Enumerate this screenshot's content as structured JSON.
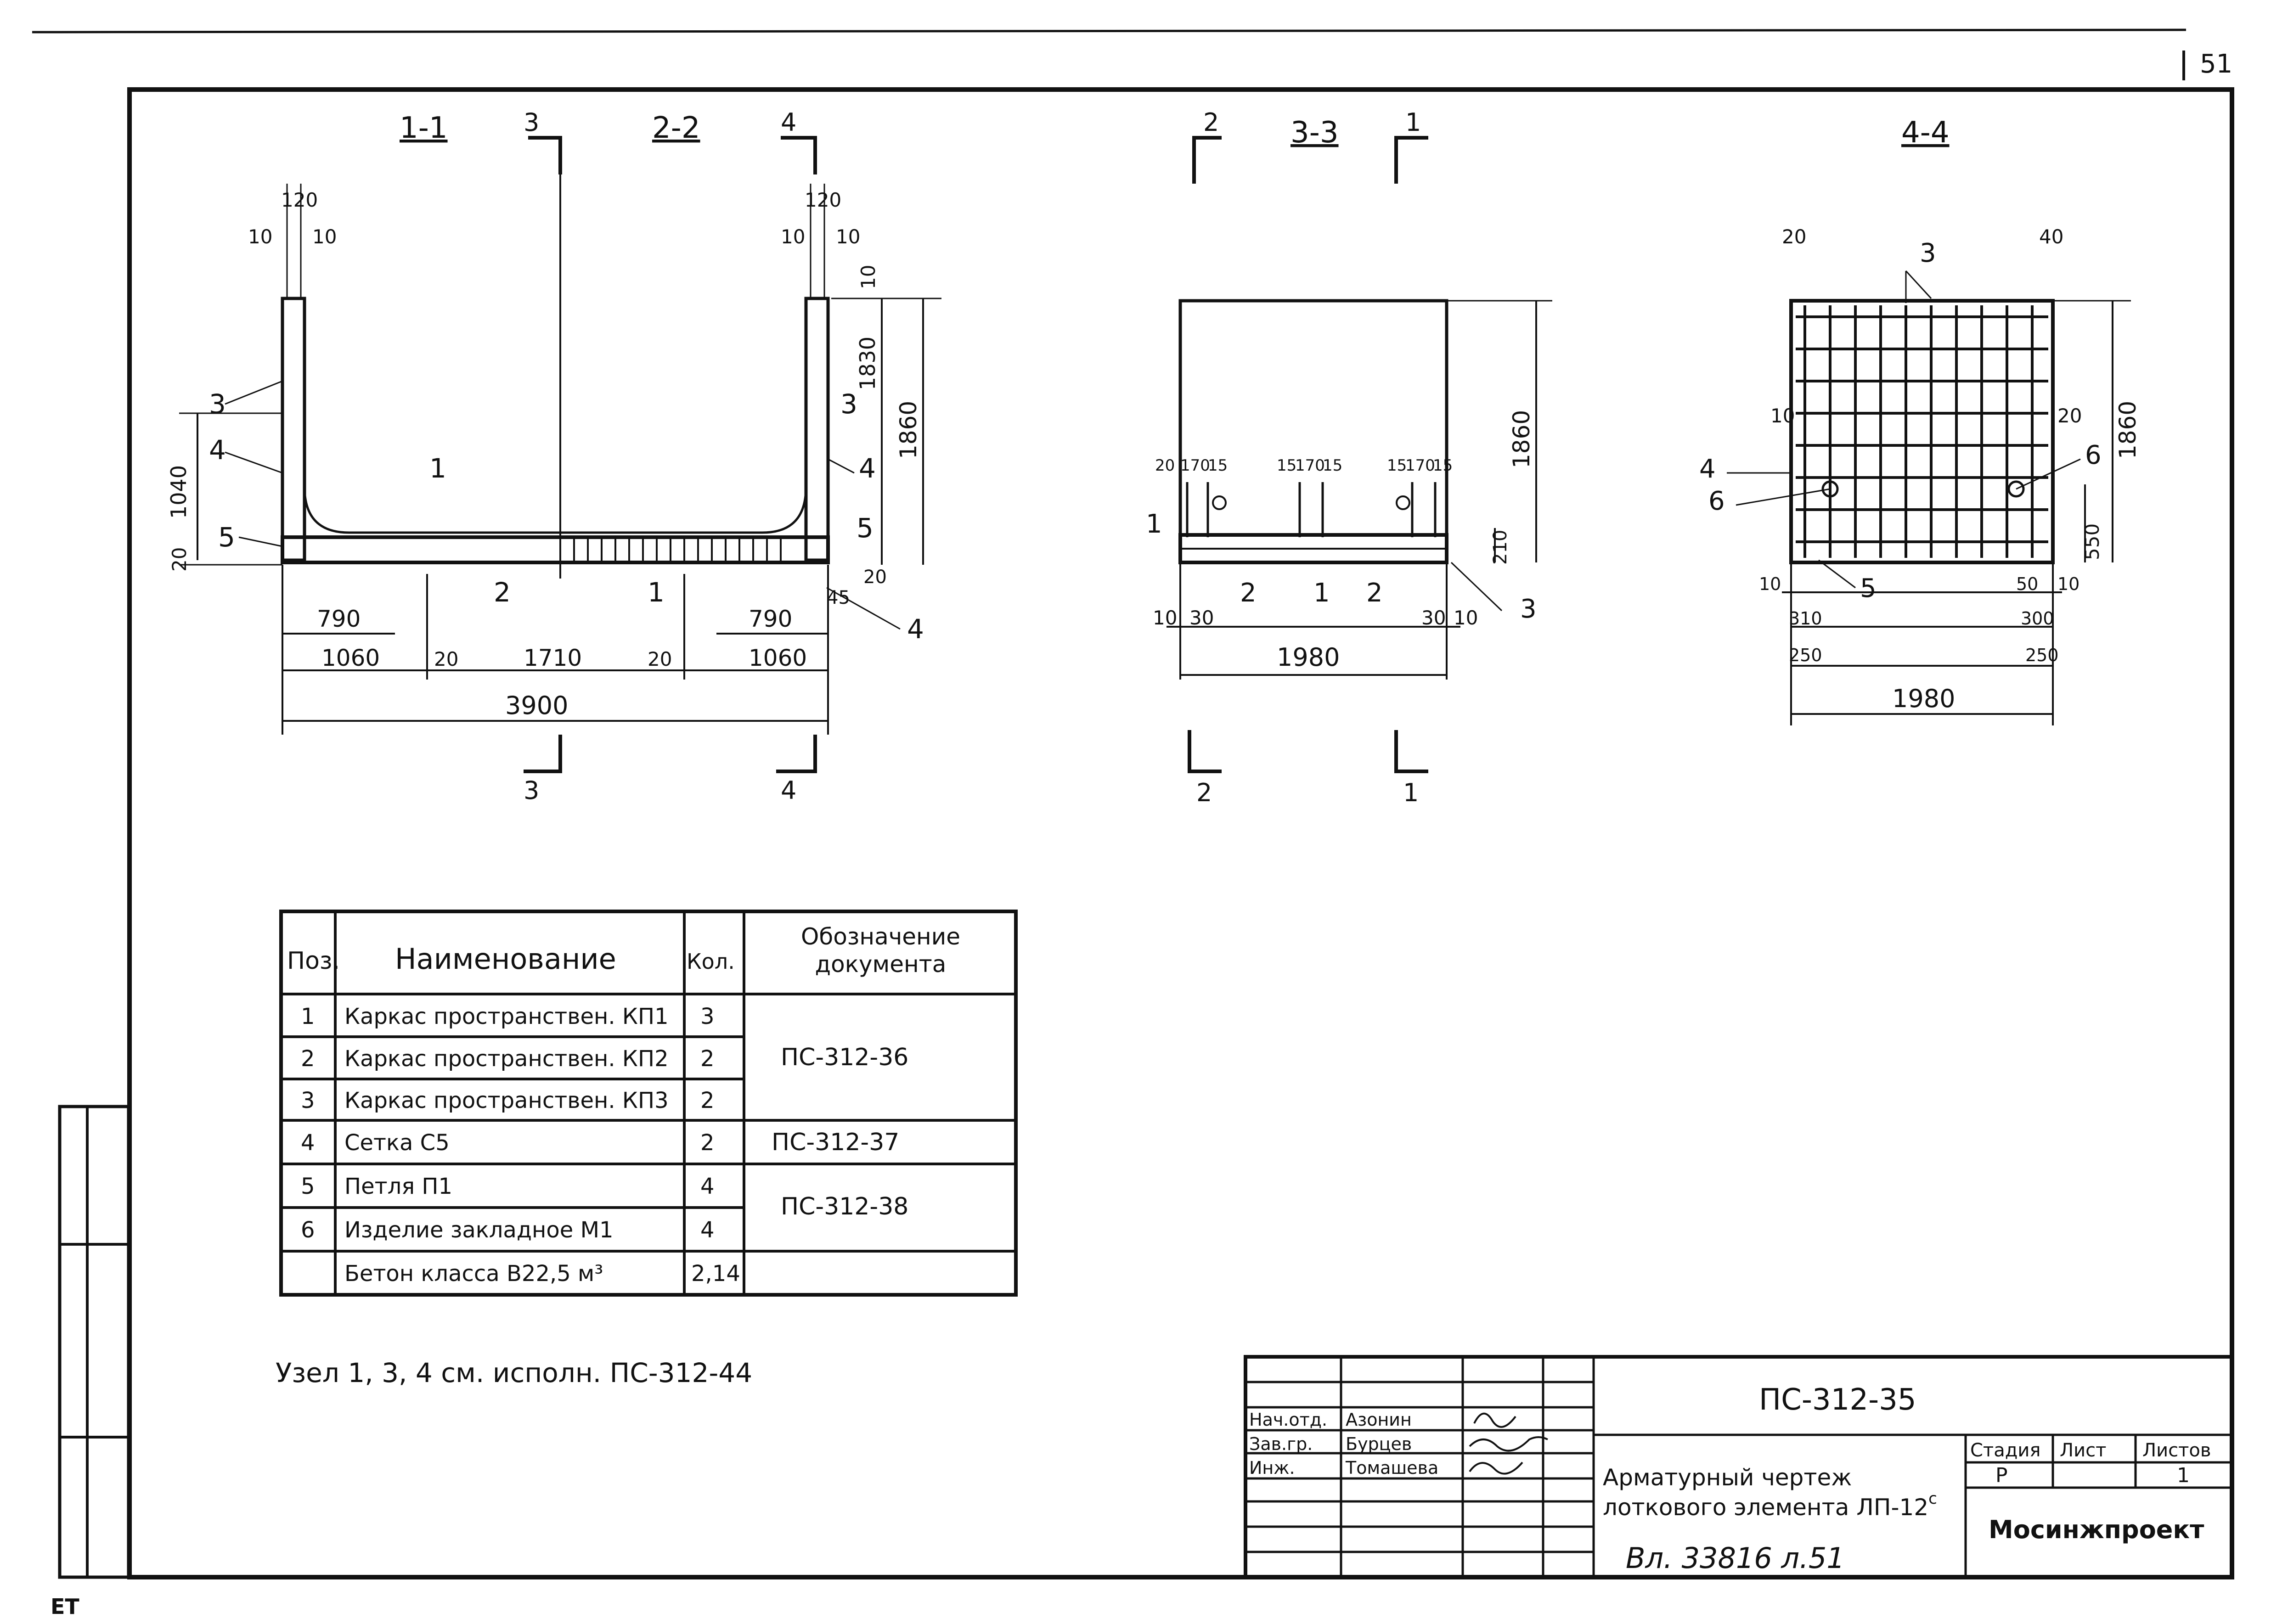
{
  "sheet_number": "51",
  "corner_mark": "ET",
  "sections": {
    "s1": {
      "label": "1-1",
      "cut_left": "3",
      "cut_right": "4"
    },
    "s2": {
      "label": "2-2"
    },
    "s3": {
      "label": "3-3",
      "cut_left": "2",
      "cut_right": "1"
    },
    "s4": {
      "label": "4-4"
    }
  },
  "left_view": {
    "dims_top": [
      "10",
      "120",
      "10",
      "10",
      "120",
      "10"
    ],
    "dims_side": [
      "1040",
      "20",
      "10",
      "1830",
      "1860"
    ],
    "dims_bottom_1": [
      "790",
      "790"
    ],
    "dims_bottom_2": [
      "1060",
      "20",
      "1710",
      "20",
      "1060"
    ],
    "dims_total": "3900",
    "small_dims": [
      "45",
      "20"
    ],
    "callouts": [
      "3",
      "4",
      "5",
      "1",
      "2",
      "1",
      "3",
      "4",
      "5",
      "4"
    ],
    "cut_marks": [
      "3",
      "4"
    ]
  },
  "middle_view": {
    "dims_top": [
      "20",
      "170",
      "15",
      "15",
      "170",
      "15",
      "15",
      "170",
      "15"
    ],
    "dims_side": [
      "1860",
      "210"
    ],
    "dims_bottom": [
      "10",
      "30",
      "30",
      "10"
    ],
    "dims_total": "1980",
    "callouts": [
      "1",
      "2",
      "1",
      "2",
      "3"
    ],
    "cut_marks": [
      "2",
      "1"
    ]
  },
  "right_view": {
    "dims_top": [
      "20",
      "40"
    ],
    "dims_side": [
      "1860",
      "550",
      "20",
      "10"
    ],
    "dims_bottom_1": [
      "10",
      "50",
      "10"
    ],
    "dims_bottom_2": [
      "310",
      "300"
    ],
    "dims_bottom_3": [
      "250",
      "250"
    ],
    "dims_total": "1980",
    "callouts": [
      "3",
      "4",
      "6",
      "6",
      "5"
    ]
  },
  "spec_table": {
    "headers": [
      "Поз.",
      "Наименование",
      "Кол.",
      "Обозначение документа"
    ],
    "rows": [
      {
        "pos": "1",
        "name": "Каркас пространствен. КП1",
        "qty": "3"
      },
      {
        "pos": "2",
        "name": "Каркас пространствен. КП2",
        "qty": "2"
      },
      {
        "pos": "3",
        "name": "Каркас пространствен. КП3",
        "qty": "2"
      },
      {
        "pos": "4",
        "name": "Сетка С5",
        "qty": "2"
      },
      {
        "pos": "5",
        "name": "Петля П1",
        "qty": "4"
      },
      {
        "pos": "6",
        "name": "Изделие закладное М1",
        "qty": "4"
      },
      {
        "pos": "",
        "name": "Бетон класса В22,5 м³",
        "qty": "2,14"
      }
    ],
    "doc_refs": [
      "ПС-312-36",
      "ПС-312-37",
      "ПС-312-38"
    ]
  },
  "note": "Узел 1, 3, 4 см. исполн. ПС-312-44",
  "title_block": {
    "code": "ПС-312-35",
    "people": [
      {
        "role": "Нач.отд.",
        "name": "Азонин"
      },
      {
        "role": "Зав.гр.",
        "name": "Бурцев"
      },
      {
        "role": "Инж.",
        "name": "Томашева"
      }
    ],
    "title_line1": "Арматурный чертеж",
    "title_line2": "лоткового элемента ЛП-12",
    "title_sup": "с",
    "stage_label": "Стадия",
    "sheet_label": "Лист",
    "sheets_label": "Листов",
    "stage_value": "Р",
    "sheets_value": "1",
    "org": "Мосинжпроект",
    "archive": "Вл. 33816 л.51"
  }
}
